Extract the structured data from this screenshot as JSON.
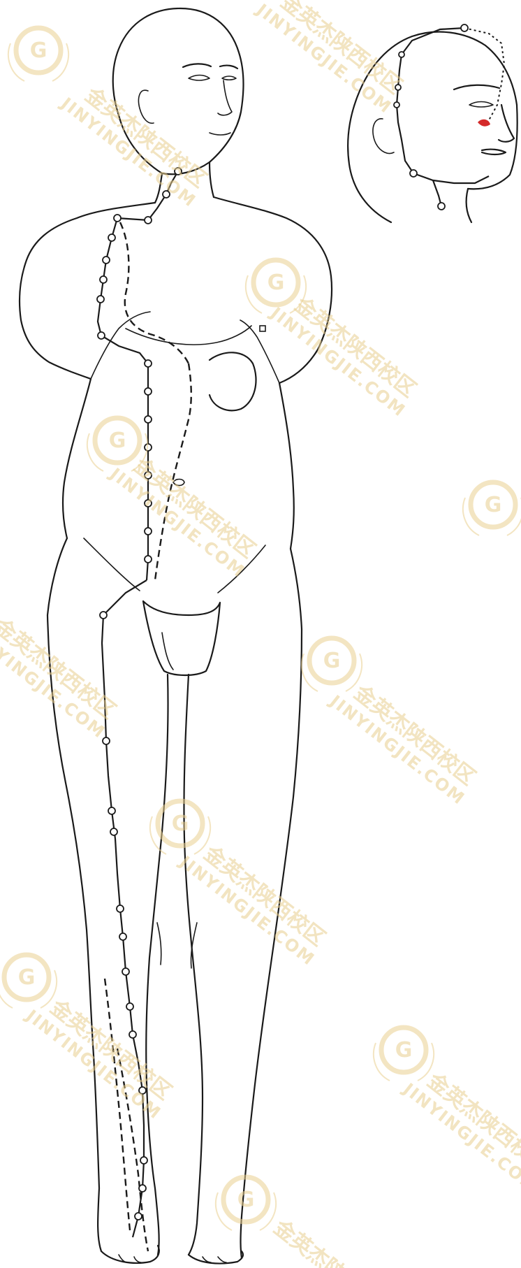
{
  "figure": {
    "subject": "stomach-meridian-illustration"
  },
  "watermark": {
    "text_cn": "金英杰陕西校区",
    "text_en": "JINYINGJIE.COM",
    "color": "#e9cf8f"
  },
  "colors": {
    "line": "#1a1a1a",
    "accent": "#d42a2a",
    "background": "#ffffff"
  }
}
